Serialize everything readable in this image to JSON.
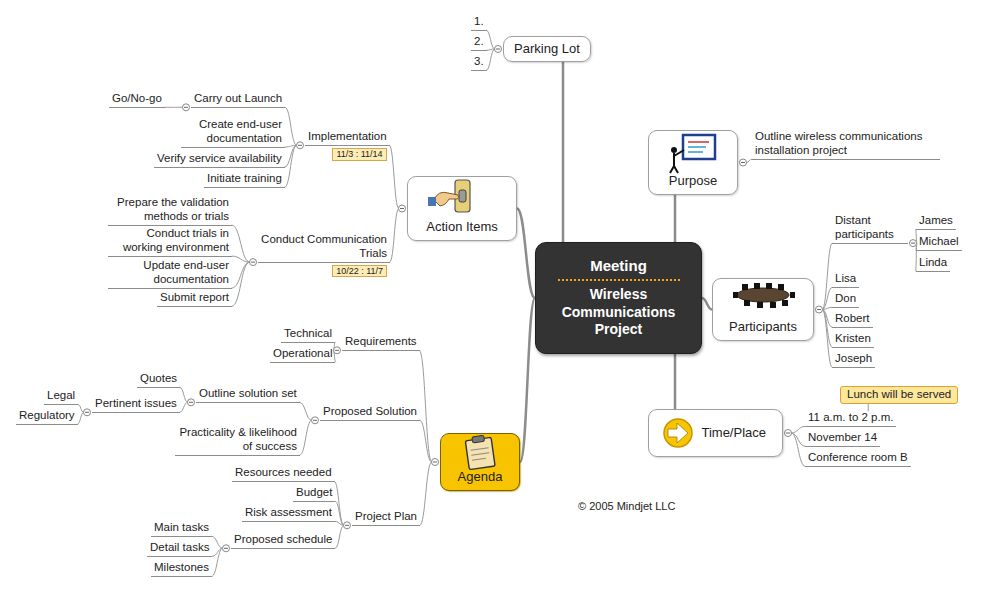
{
  "diagram": {
    "nodes": [
      {
        "text": [
          "Meeting",
          "Wireless Communications Project"
        ]
      },
      {
        "text": [
          "Parking Lot"
        ]
      },
      {
        "text": [
          "1."
        ]
      },
      {
        "text": [
          "2."
        ]
      },
      {
        "text": [
          "3."
        ]
      },
      {
        "text": [
          "Purpose"
        ]
      },
      {
        "text": [
          "Outline wireless communications installation project"
        ]
      },
      {
        "text": [
          "Participants"
        ]
      },
      {
        "text": [
          "Distant participants"
        ]
      },
      {
        "text": [
          "James"
        ]
      },
      {
        "text": [
          "Michael"
        ]
      },
      {
        "text": [
          "Linda"
        ]
      },
      {
        "text": [
          "Lisa"
        ]
      },
      {
        "text": [
          "Don"
        ]
      },
      {
        "text": [
          "Robert"
        ]
      },
      {
        "text": [
          "Kristen"
        ]
      },
      {
        "text": [
          "Joseph"
        ]
      },
      {
        "text": [
          "Time/Place"
        ]
      },
      {
        "text": [
          "11 a.m. to 2 p.m."
        ]
      },
      {
        "text": [
          "Lunch will be served"
        ]
      },
      {
        "text": [
          "November 14"
        ]
      },
      {
        "text": [
          "Conference room B"
        ]
      },
      {
        "text": [
          "Agenda"
        ]
      },
      {
        "text": [
          "Requirements"
        ]
      },
      {
        "text": [
          "Technical"
        ]
      },
      {
        "text": [
          "Operational"
        ]
      },
      {
        "text": [
          "Proposed Solution"
        ]
      },
      {
        "text": [
          "Outline solution set"
        ]
      },
      {
        "text": [
          "Quotes"
        ]
      },
      {
        "text": [
          "Pertinent issues"
        ]
      },
      {
        "text": [
          "Legal"
        ]
      },
      {
        "text": [
          "Regulatory"
        ]
      },
      {
        "text": [
          "Practicality & likelihood of success"
        ]
      },
      {
        "text": [
          "Project Plan"
        ]
      },
      {
        "text": [
          "Resources needed"
        ]
      },
      {
        "text": [
          "Budget"
        ]
      },
      {
        "text": [
          "Risk assessment"
        ]
      },
      {
        "text": [
          "Proposed schedule"
        ]
      },
      {
        "text": [
          "Main tasks"
        ]
      },
      {
        "text": [
          "Detail tasks"
        ]
      },
      {
        "text": [
          "Milestones"
        ]
      },
      {
        "text": [
          "Action Items"
        ]
      },
      {
        "text": [
          "Implementation",
          "11/3 : 11/14"
        ]
      },
      {
        "text": [
          "Carry out Launch"
        ]
      },
      {
        "text": [
          "Go/No-go"
        ]
      },
      {
        "text": [
          "Create end-user documentation"
        ]
      },
      {
        "text": [
          "Verify service availability"
        ]
      },
      {
        "text": [
          "Initiate training"
        ]
      },
      {
        "text": [
          "Conduct Communication Trials",
          "10/22 : 11/7"
        ]
      },
      {
        "text": [
          "Prepare the validation methods or trials"
        ]
      },
      {
        "text": [
          "Conduct trials in working environment"
        ]
      },
      {
        "text": [
          "Update end-user documentation"
        ]
      },
      {
        "text": [
          "Submit report"
        ]
      }
    ],
    "edges": [
      {
        "from": 0,
        "to": 1,
        "arrow": "none"
      },
      {
        "from": 1,
        "to": 2,
        "arrow": "none"
      },
      {
        "from": 1,
        "to": 3,
        "arrow": "none"
      },
      {
        "from": 1,
        "to": 4,
        "arrow": "none"
      },
      {
        "from": 0,
        "to": 5,
        "arrow": "none"
      },
      {
        "from": 5,
        "to": 6,
        "arrow": "none"
      },
      {
        "from": 0,
        "to": 7,
        "arrow": "none"
      },
      {
        "from": 7,
        "to": 8,
        "arrow": "none"
      },
      {
        "from": 8,
        "to": 9,
        "arrow": "none"
      },
      {
        "from": 8,
        "to": 10,
        "arrow": "none"
      },
      {
        "from": 8,
        "to": 11,
        "arrow": "none"
      },
      {
        "from": 7,
        "to": 12,
        "arrow": "none"
      },
      {
        "from": 7,
        "to": 13,
        "arrow": "none"
      },
      {
        "from": 7,
        "to": 14,
        "arrow": "none"
      },
      {
        "from": 7,
        "to": 15,
        "arrow": "none"
      },
      {
        "from": 7,
        "to": 16,
        "arrow": "none"
      },
      {
        "from": 0,
        "to": 17,
        "arrow": "none"
      },
      {
        "from": 17,
        "to": 18,
        "arrow": "none"
      },
      {
        "from": 18,
        "to": 19,
        "arrow": "none"
      },
      {
        "from": 17,
        "to": 20,
        "arrow": "none"
      },
      {
        "from": 17,
        "to": 21,
        "arrow": "none"
      },
      {
        "from": 0,
        "to": 22,
        "arrow": "none"
      },
      {
        "from": 22,
        "to": 23,
        "arrow": "none"
      },
      {
        "from": 23,
        "to": 24,
        "arrow": "none"
      },
      {
        "from": 23,
        "to": 25,
        "arrow": "none"
      },
      {
        "from": 22,
        "to": 26,
        "arrow": "none"
      },
      {
        "from": 26,
        "to": 27,
        "arrow": "none"
      },
      {
        "from": 27,
        "to": 28,
        "arrow": "none"
      },
      {
        "from": 27,
        "to": 29,
        "arrow": "none"
      },
      {
        "from": 29,
        "to": 30,
        "arrow": "none"
      },
      {
        "from": 29,
        "to": 31,
        "arrow": "none"
      },
      {
        "from": 26,
        "to": 32,
        "arrow": "none"
      },
      {
        "from": 22,
        "to": 33,
        "arrow": "none"
      },
      {
        "from": 33,
        "to": 34,
        "arrow": "none"
      },
      {
        "from": 33,
        "to": 35,
        "arrow": "none"
      },
      {
        "from": 33,
        "to": 36,
        "arrow": "none"
      },
      {
        "from": 33,
        "to": 37,
        "arrow": "none"
      },
      {
        "from": 37,
        "to": 38,
        "arrow": "none"
      },
      {
        "from": 37,
        "to": 39,
        "arrow": "none"
      },
      {
        "from": 37,
        "to": 40,
        "arrow": "none"
      },
      {
        "from": 0,
        "to": 41,
        "arrow": "none"
      },
      {
        "from": 41,
        "to": 42,
        "arrow": "none"
      },
      {
        "from": 42,
        "to": 43,
        "arrow": "none"
      },
      {
        "from": 43,
        "to": 44,
        "arrow": "none"
      },
      {
        "from": 42,
        "to": 45,
        "arrow": "none"
      },
      {
        "from": 42,
        "to": 46,
        "arrow": "none"
      },
      {
        "from": 42,
        "to": 47,
        "arrow": "none"
      },
      {
        "from": 41,
        "to": 48,
        "arrow": "none"
      },
      {
        "from": 48,
        "to": 49,
        "arrow": "none"
      },
      {
        "from": 48,
        "to": 50,
        "arrow": "none"
      },
      {
        "from": 48,
        "to": 51,
        "arrow": "none"
      },
      {
        "from": 48,
        "to": 52,
        "arrow": "none"
      }
    ],
    "labels": [
      "© 2005 Mindjet LLC"
    ]
  }
}
